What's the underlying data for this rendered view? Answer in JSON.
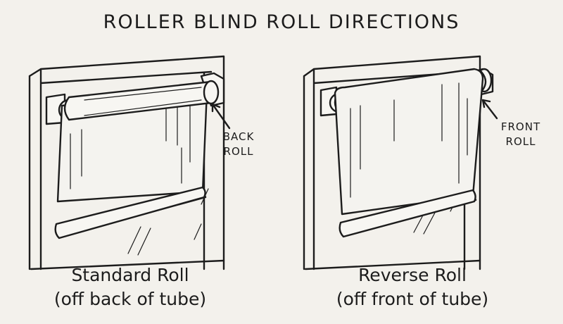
{
  "title": "ROLLER BLIND ROLL DIRECTIONS",
  "panels": [
    {
      "callout_line1": "BACK",
      "callout_line2": "ROLL",
      "caption_line1": "Standard Roll",
      "caption_line2": "(off back of tube)"
    },
    {
      "callout_line1": "FRONT",
      "callout_line2": "ROLL",
      "caption_line1": "Reverse Roll",
      "caption_line2": "(off front of tube)"
    }
  ]
}
